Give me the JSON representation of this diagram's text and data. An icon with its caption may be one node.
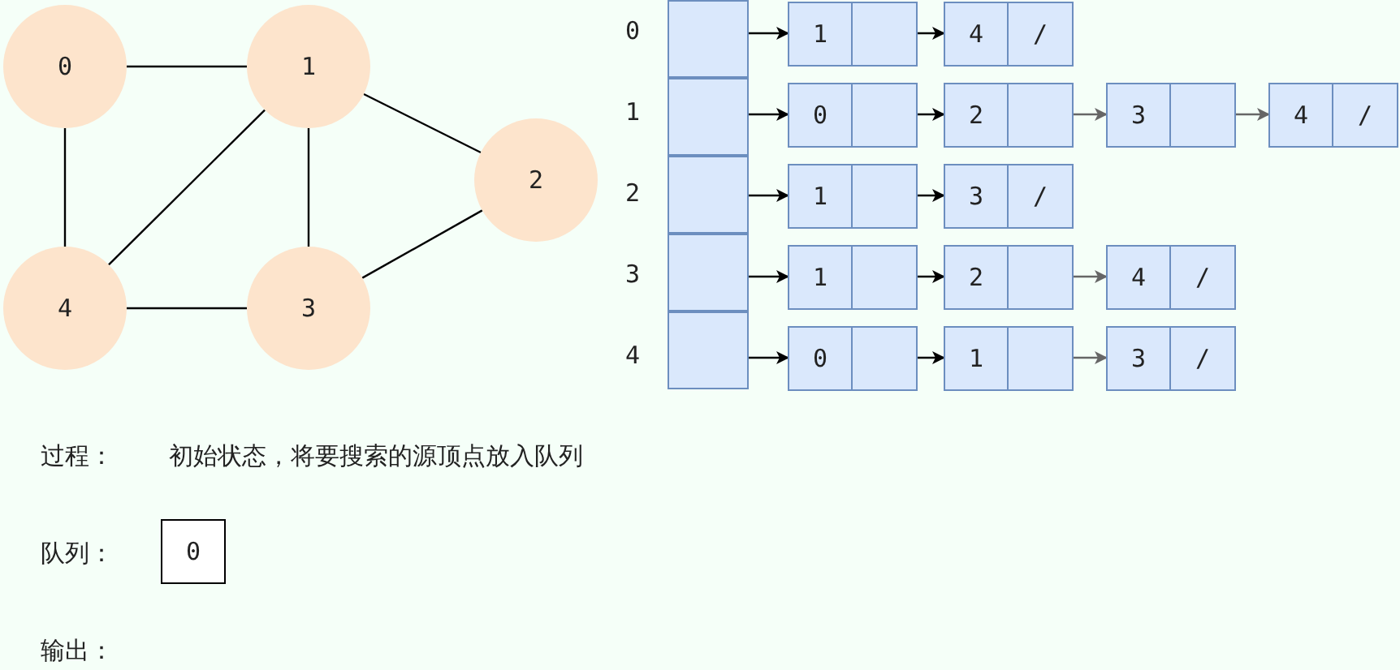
{
  "diagram": {
    "nodes": [
      {
        "text": [
          "0"
        ]
      },
      {
        "text": [
          "1"
        ]
      },
      {
        "text": [
          "2"
        ]
      },
      {
        "text": [
          "3"
        ]
      },
      {
        "text": [
          "4"
        ]
      },
      {
        "text": [],
        "shape": "box"
      },
      {
        "text": [],
        "shape": "box"
      },
      {
        "text": [],
        "shape": "box"
      },
      {
        "text": [],
        "shape": "box"
      },
      {
        "text": [],
        "shape": "box"
      },
      {
        "text": [
          "1"
        ]
      },
      {
        "text": [
          "4",
          "/"
        ]
      },
      {
        "text": [
          "0"
        ]
      },
      {
        "text": [
          "2"
        ]
      },
      {
        "text": [
          "3"
        ]
      },
      {
        "text": [
          "4",
          "/"
        ]
      },
      {
        "text": [
          "1"
        ]
      },
      {
        "text": [
          "3",
          "/"
        ]
      },
      {
        "text": [
          "1"
        ]
      },
      {
        "text": [
          "2"
        ]
      },
      {
        "text": [
          "4",
          "/"
        ]
      },
      {
        "text": [
          "0"
        ]
      },
      {
        "text": [
          "1"
        ]
      },
      {
        "text": [
          "3",
          "/"
        ]
      },
      {
        "text": [
          "0"
        ]
      }
    ],
    "edges": [
      {
        "from": 0,
        "to": 1,
        "arrow": "none"
      },
      {
        "from": 0,
        "to": 4,
        "arrow": "none"
      },
      {
        "from": 1,
        "to": 2,
        "arrow": "none"
      },
      {
        "from": 1,
        "to": 4,
        "arrow": "none"
      },
      {
        "from": 1,
        "to": 3,
        "arrow": "none"
      },
      {
        "from": 2,
        "to": 3,
        "arrow": "none"
      },
      {
        "from": 4,
        "to": 3,
        "arrow": "none"
      },
      {
        "from": 5,
        "to": 10,
        "arrow": "to"
      },
      {
        "from": 10,
        "to": 11,
        "arrow": "to"
      },
      {
        "from": 6,
        "to": 12,
        "arrow": "to"
      },
      {
        "from": 12,
        "to": 13,
        "arrow": "to"
      },
      {
        "from": 13,
        "to": 14,
        "arrow": "to",
        "color": "#666666"
      },
      {
        "from": 14,
        "to": 15,
        "arrow": "to",
        "color": "#666666"
      },
      {
        "from": 7,
        "to": 16,
        "arrow": "to"
      },
      {
        "from": 16,
        "to": 17,
        "arrow": "to"
      },
      {
        "from": 8,
        "to": 18,
        "arrow": "to"
      },
      {
        "from": 18,
        "to": 19,
        "arrow": "to"
      },
      {
        "from": 19,
        "to": 20,
        "arrow": "to",
        "color": "#666666"
      },
      {
        "from": 9,
        "to": 21,
        "arrow": "to"
      },
      {
        "from": 21,
        "to": 22,
        "arrow": "to"
      },
      {
        "from": 22,
        "to": 23,
        "arrow": "to",
        "color": "#666666"
      }
    ],
    "labels": [
      "0",
      "1",
      "2",
      "3",
      "4",
      "过程：",
      "初始状态，将要搜索的源顶点放入队列",
      "队列：",
      "输出："
    ]
  }
}
